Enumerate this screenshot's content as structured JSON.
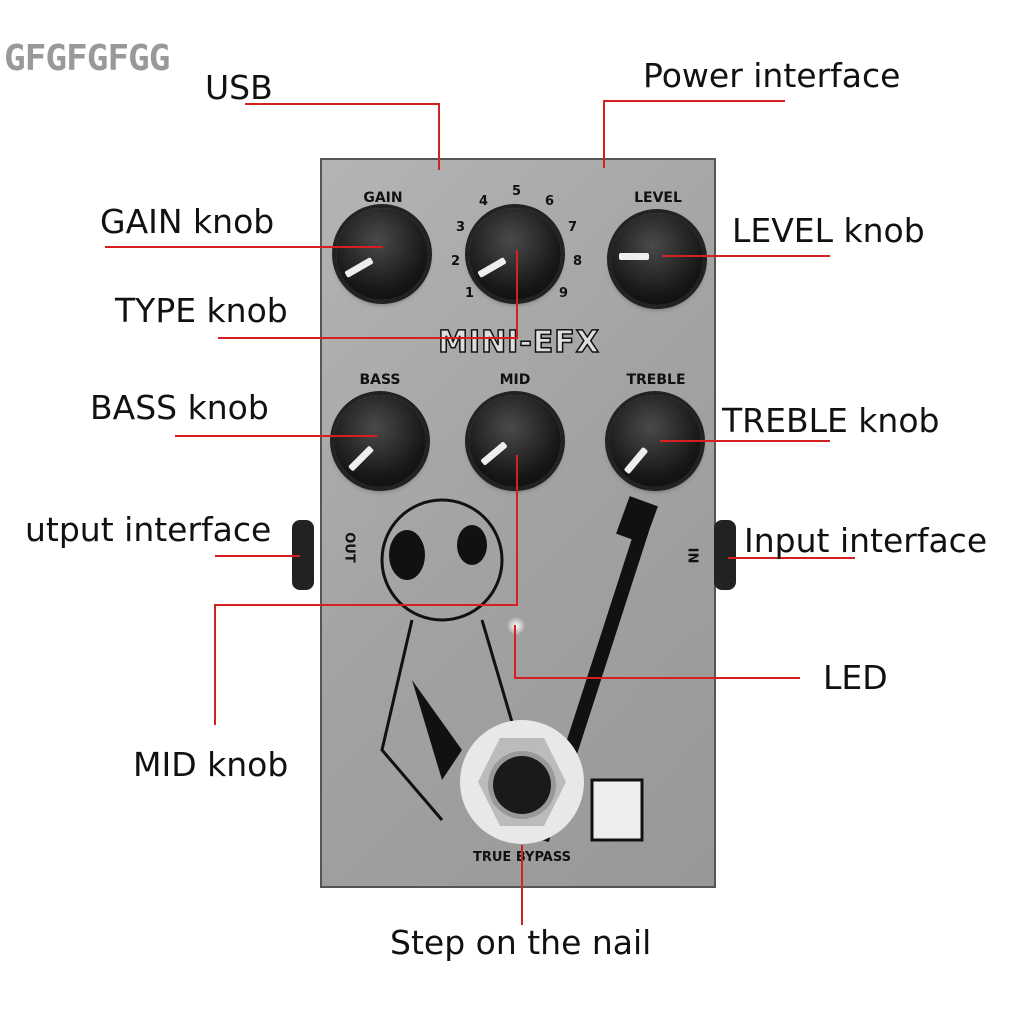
{
  "watermark": "GFGFGFGG",
  "pedal": {
    "brand": "MINI-EFX",
    "knobs": {
      "gain": "GAIN",
      "level": "LEVEL",
      "bass": "BASS",
      "mid": "MID",
      "treble": "TREBLE"
    },
    "type_scale": [
      "1",
      "2",
      "3",
      "4",
      "5",
      "6",
      "7",
      "8",
      "9"
    ],
    "out": "OUT",
    "in": "IN",
    "footswitch": "TRUE BYPASS"
  },
  "callouts": {
    "usb": "USB",
    "power": "Power interface",
    "gain": "GAIN knob",
    "type": "TYPE knob",
    "level": "LEVEL knob",
    "bass": "BASS knob",
    "treble": "TREBLE knob",
    "output": "utput interface",
    "input": "Input interface",
    "led": "LED",
    "mid": "MID knob",
    "footswitch": "Step on the nail"
  }
}
